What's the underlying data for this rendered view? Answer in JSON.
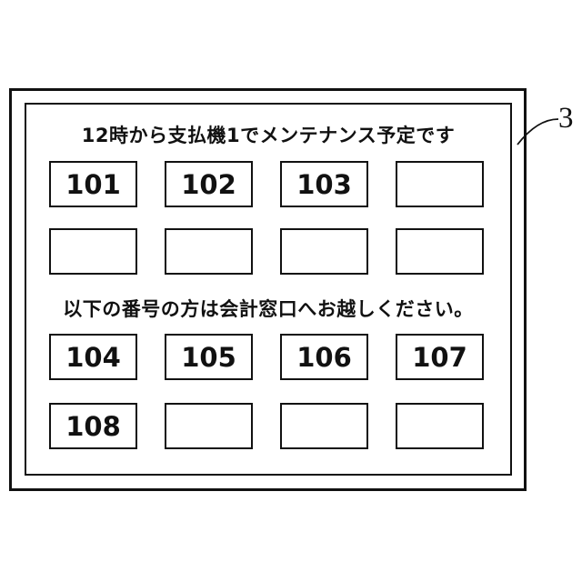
{
  "figure": {
    "reference_label": "3",
    "board": {
      "maintenance_notice": "12時から支払機1でメンテナンス予定です",
      "counter_notice": "以下の番号の方は会計窓口へお越しください。",
      "waiting_rows": [
        [
          "101",
          "102",
          "103",
          ""
        ],
        [
          "",
          "",
          "",
          ""
        ]
      ],
      "called_rows": [
        [
          "104",
          "105",
          "106",
          "107"
        ],
        [
          "108",
          "",
          "",
          ""
        ]
      ]
    }
  },
  "colors": {
    "line": "#111111",
    "background": "#ffffff"
  }
}
